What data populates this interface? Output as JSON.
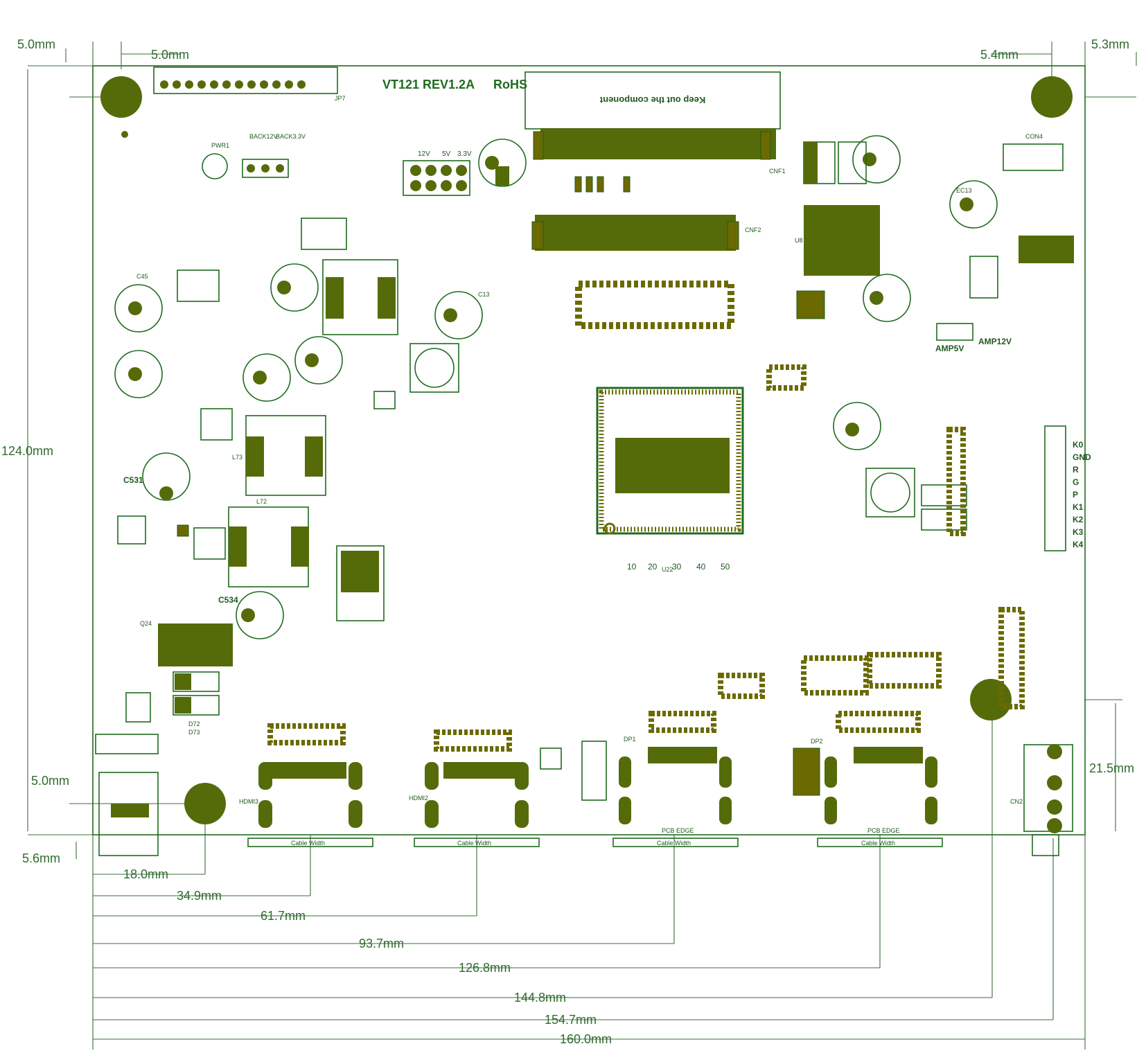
{
  "board": {
    "name": "VT121 REV1.2A",
    "rohs": "RoHS",
    "keep_out": "Keep out the component"
  },
  "dimensions": {
    "top_left_edge": "5.0mm",
    "top_left_hole": "5.0mm",
    "top_right_hole": "5.4mm",
    "top_right_edge": "5.3mm",
    "height": "124.0mm",
    "left_bottom_hole": "5.0mm",
    "left_bottom_edge": "5.6mm",
    "right_side": "21.5mm",
    "bottom": [
      "18.0mm",
      "34.9mm",
      "61.7mm",
      "93.7mm",
      "126.8mm",
      "144.8mm",
      "154.7mm",
      "160.0mm"
    ]
  },
  "connector_labels": {
    "right_pins": [
      "K0",
      "GND",
      "R",
      "G",
      "P",
      "K1",
      "K2",
      "K3",
      "K4"
    ],
    "jumper": [
      "12V",
      "5V",
      "3.3V"
    ],
    "backlight": [
      "BACK12V",
      "BACK3.3V"
    ],
    "amp": [
      "AMP5V",
      "AMP12V"
    ],
    "ic_pins": [
      "10",
      "20",
      "30",
      "40",
      "50"
    ],
    "pcb_edge": "PCB EDGE",
    "cable_width": "Cable Width",
    "ref_jp7": "JP7",
    "ref_cnf1": "CNF1",
    "ref_cnf2": "CNF2",
    "ref_u22": "U22",
    "ref_dp1": "DP1",
    "ref_dp2": "DP2",
    "ref_hdmi3": "HDMI3",
    "ref_hdmi2": "HDMI2",
    "ref_cn2": "CN2",
    "ref_con4": "CON4",
    "ref_l72": "L72",
    "ref_l73": "L73",
    "ref_c531": "C531",
    "ref_c534": "C534",
    "ref_c45": "C45",
    "ref_c13": "C13",
    "ref_d72": "D72",
    "ref_d73": "D73",
    "ref_q24": "Q24",
    "ref_pwr": "PWR1",
    "ref_ec13": "EC13",
    "ref_u8": "U8"
  },
  "colors": {
    "copper": "#6b6a00",
    "outline": "#1f6b1f",
    "dimension": "#2e6b2e"
  }
}
